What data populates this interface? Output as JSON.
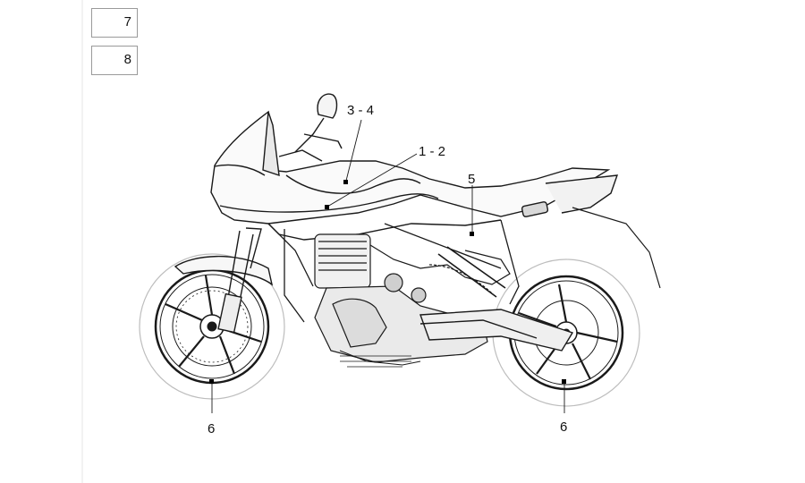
{
  "legend_boxes": [
    {
      "label": "7"
    },
    {
      "label": "8"
    }
  ],
  "callouts": {
    "c34": "3 - 4",
    "c12": "1 - 2",
    "c5": "5",
    "c6_front": "6",
    "c6_rear": "6"
  },
  "colors": {
    "line": "#1a1a1a",
    "light_line": "#b8b8b8",
    "marker": "#000000"
  }
}
